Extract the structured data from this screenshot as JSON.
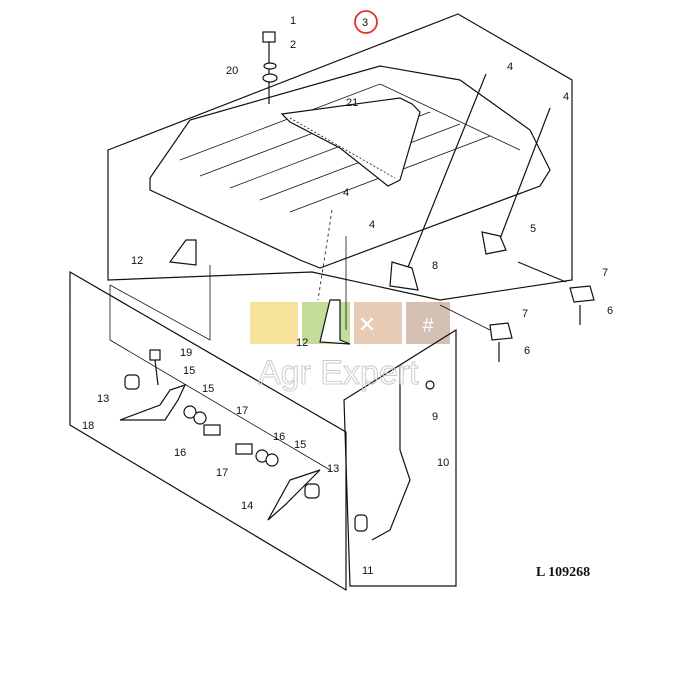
{
  "diagram": {
    "drawing_code": "L 109268",
    "highlighted_callout": "3",
    "callouts": [
      "1",
      "2",
      "20",
      "3",
      "21",
      "4",
      "4",
      "4",
      "4",
      "5",
      "12",
      "8",
      "7",
      "6",
      "7",
      "6",
      "12",
      "19",
      "15",
      "13",
      "15",
      "18",
      "17",
      "16",
      "16",
      "15",
      "17",
      "13",
      "14",
      "9",
      "10",
      "11"
    ],
    "watermark": "Agr Expert",
    "highlight_color": "#e0302a",
    "watermark_tile_colors": [
      "#f5dd8a",
      "#b9d98a",
      "#e3c3a8",
      "#cdb7a6"
    ]
  }
}
